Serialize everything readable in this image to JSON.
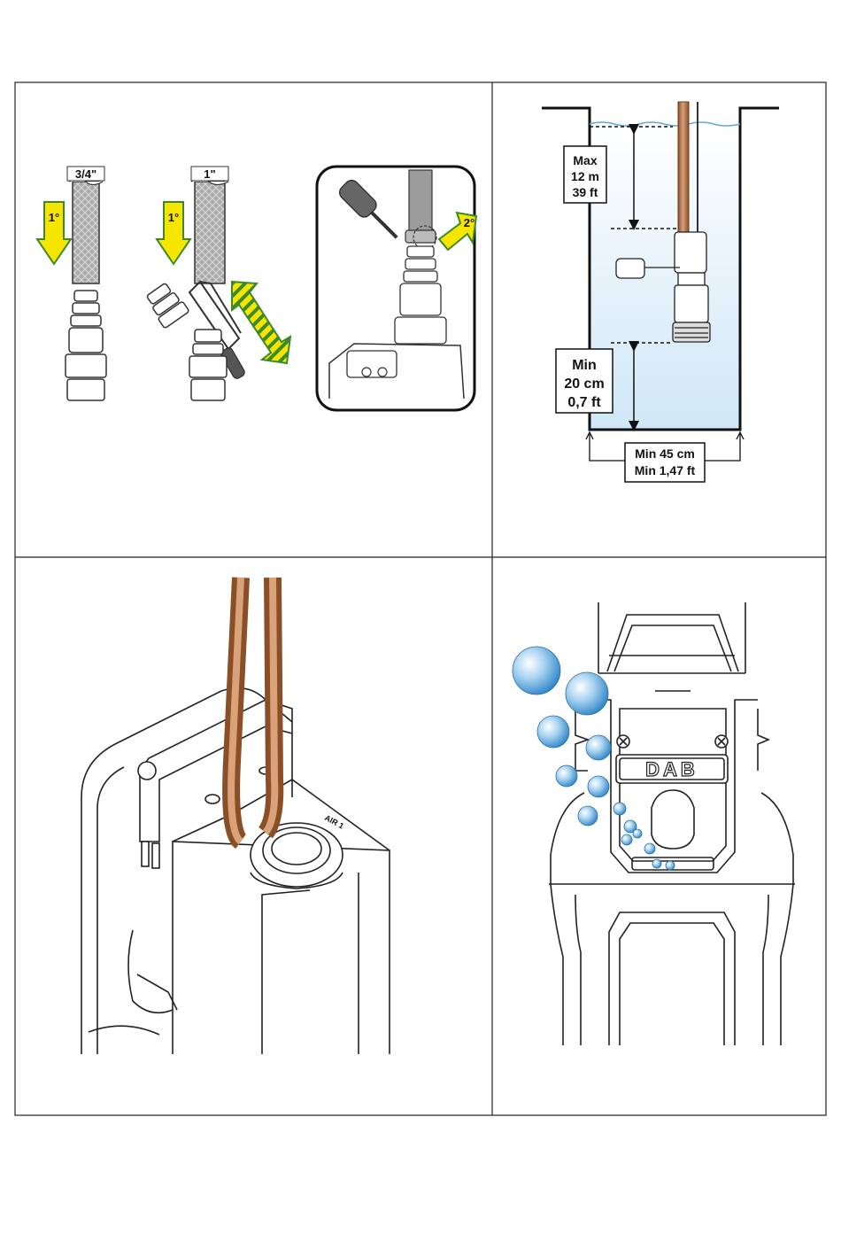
{
  "panels": {
    "hose_connection": {
      "size_small": "3/4\"",
      "size_large": "1\"",
      "step1_left": "1°",
      "step1_mid": "1°",
      "step2": "2°"
    },
    "installation_dims": {
      "max_depth": [
        "Max",
        "12 m",
        "39 ft"
      ],
      "min_depth": [
        "Min",
        "20 cm",
        "0,7 ft"
      ],
      "min_width": [
        "Min 45 cm",
        "Min 1,47 ft"
      ]
    },
    "cable_routing": {
      "engraving": "AIR 1"
    },
    "cleaning": {
      "brand": "DAB"
    }
  },
  "colors": {
    "arrow_yellow": "#f6e500",
    "arrow_green": "#3b8a2a",
    "water_blue": "#cfe7f7",
    "cable_brown": "#b56f3e",
    "bubble_blue": "#5fa8dc"
  }
}
